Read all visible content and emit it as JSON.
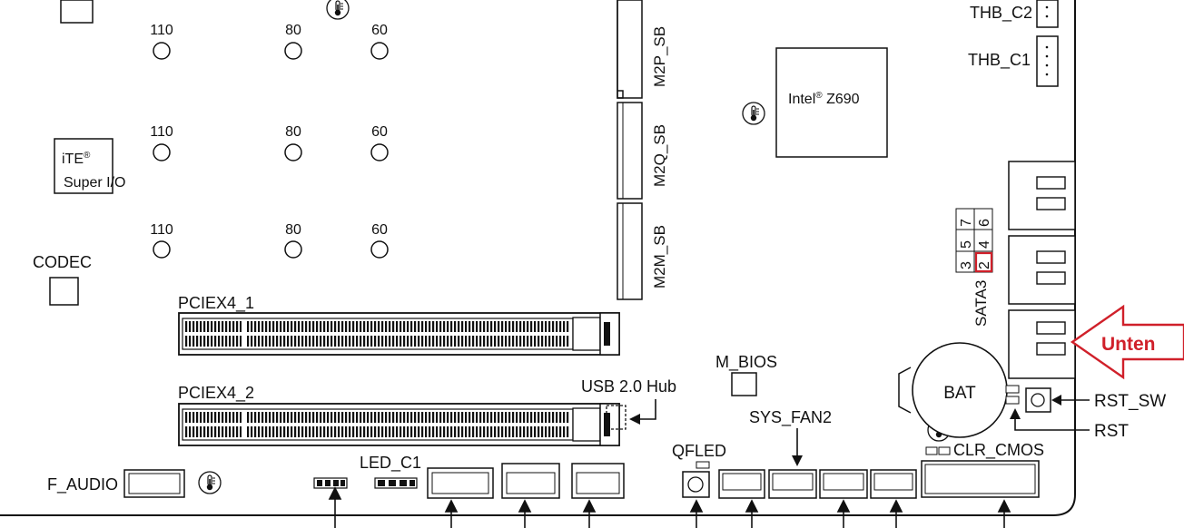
{
  "thb": {
    "c2": "THB_C2",
    "c1": "THB_C1"
  },
  "m2": {
    "m2p": "M2P_SB",
    "m2q": "M2Q_SB",
    "m2m": "M2M_SB"
  },
  "mlen": {
    "l110": "110",
    "l80": "80",
    "l60": "60"
  },
  "chipset": {
    "brand": "Intel",
    "reg": "®",
    "model": " Z690"
  },
  "ite": {
    "line1": "iTE",
    "reg": "®",
    "line2": "Super I/O"
  },
  "codec": "CODEC",
  "pcie": {
    "slot1": "PCIEX4_1",
    "slot2": "PCIEX4_2"
  },
  "sata": {
    "label": "SATA3",
    "ports_top": [
      "3",
      "5",
      "7"
    ],
    "ports_bottom": [
      "2",
      "4",
      "6"
    ]
  },
  "callout": {
    "text": "Unten",
    "color": "#d0202a"
  },
  "mbios": "M_BIOS",
  "usbhub": "USB 2.0 Hub",
  "bat": "BAT",
  "rst_sw": "RST_SW",
  "rst": "RST",
  "sys_fan2": "SYS_FAN2",
  "qfled": "QFLED",
  "clr_cmos": "CLR_CMOS",
  "led_c1": "LED_C1",
  "f_audio": "F_AUDIO"
}
